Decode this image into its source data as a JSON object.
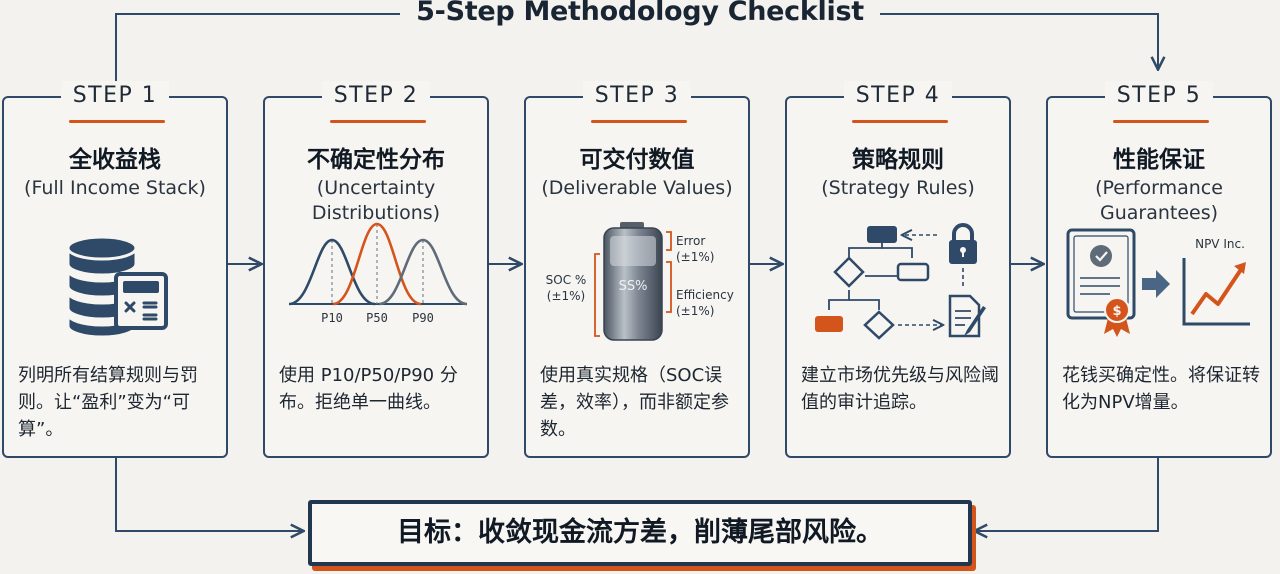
{
  "title": "5-Step Methodology Checklist",
  "steps": [
    {
      "label": "STEP 1",
      "title": "全收益栈",
      "subtitle": "(Full Income Stack)",
      "icon": "database-calculator-icon",
      "description": "列明所有结算规则与罚则。让“盈利”变为“可算”。"
    },
    {
      "label": "STEP 2",
      "title": "不确定性分布",
      "subtitle": "(Uncertainty Distributions)",
      "icon": "distribution-curves-icon",
      "icon_labels": [
        "P10",
        "P50",
        "P90"
      ],
      "description": "使用 P10/P50/P90 分布。拒绝单一曲线。"
    },
    {
      "label": "STEP 3",
      "title": "可交付数值",
      "subtitle": "(Deliverable Values)",
      "icon": "battery-icon",
      "icon_labels": {
        "battery": "SS%",
        "left": "SOC %",
        "left_tol": "(±1%)",
        "error": "Error",
        "error_tol": "(±1%)",
        "efficiency": "Efficiency",
        "efficiency_tol": "(±1%)"
      },
      "description": "使用真实规格（SOC误差，效率），而非额定参数。"
    },
    {
      "label": "STEP 4",
      "title": "策略规则",
      "subtitle": "(Strategy Rules)",
      "icon": "flowchart-lock-icon",
      "description": "建立市场优先级与风险阈值的审计追踪。"
    },
    {
      "label": "STEP 5",
      "title": "性能保证",
      "subtitle": "(Performance Guarantees)",
      "icon": "certificate-growth-icon",
      "icon_labels": {
        "chart": "NPV Inc."
      },
      "description": "花钱买确定性。将保证转化为NPV增量。"
    }
  ],
  "goal": "目标：收敛现金流方差，削薄尾部风险。",
  "colors": {
    "navy": "#2f4a68",
    "accent": "#d4551c",
    "background": "#f3f2ee"
  }
}
